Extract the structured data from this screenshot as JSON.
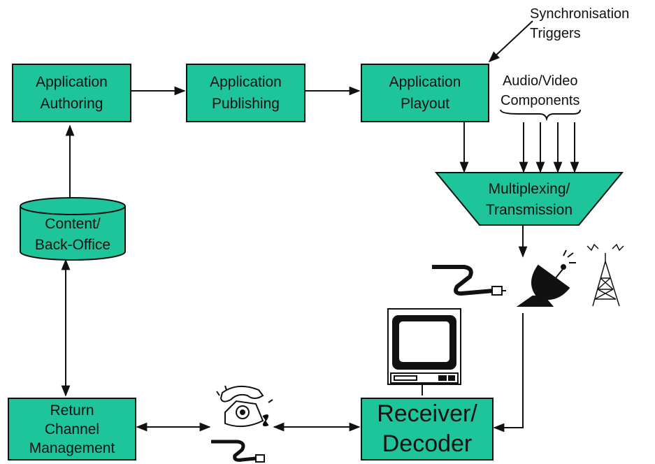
{
  "nodes": {
    "authoring": {
      "line1": "Application",
      "line2": "Authoring"
    },
    "publishing": {
      "line1": "Application",
      "line2": "Publishing"
    },
    "playout": {
      "line1": "Application",
      "line2": "Playout"
    },
    "multiplexing": {
      "line1": "Multiplexing/",
      "line2": "Transmission"
    },
    "content": {
      "line1": "Content/",
      "line2": "Back-Office"
    },
    "return_channel": {
      "line1": "Return",
      "line2": "Channel",
      "line3": "Management"
    },
    "receiver": {
      "line1": "Receiver/",
      "line2": "Decoder"
    }
  },
  "labels": {
    "sync_line1": "Synchronisation",
    "sync_line2": "Triggers",
    "av_line1": "Audio/Video",
    "av_line2": "Components"
  },
  "colors": {
    "box_fill": "#1ec49a",
    "stroke": "#111111"
  },
  "icons": [
    "cable-icon",
    "satellite-dish-icon",
    "antenna-tower-icon",
    "television-icon",
    "telephone-icon",
    "phone-cable-icon"
  ]
}
